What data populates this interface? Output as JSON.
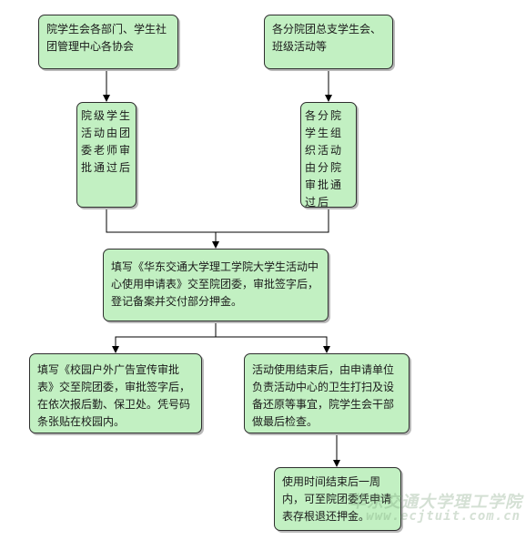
{
  "nodes": {
    "n1": "院学生会各部门、学生社团管理中心各协会",
    "n2": "各分院团总支学生会、班级活动等",
    "n3": "院级学生活动由团委老师审批通过后",
    "n4": "各分院学生组织活动由分院审批通过后",
    "n5": "填写《华东交通大学理工学院大学生活动中心使用申请表》交至院团委，审批签字后，登记备案并交付部分押金。",
    "n6": "填写《校园户外广告宣传审批表》交至院团委，审批签字后，在依次报后勤、保卫处。凭号码条张贴在校园内。",
    "n7": "活动使用结束后，由申请单位负责活动中心的卫生打扫及设备还原等事宜，院学生会干部做最后检查。",
    "n8": "使用时间结束后一周内，可至院团委凭申请表存根退还押金。"
  },
  "watermark": {
    "text": "华东交通大学理工学院",
    "url": "www.ecjtuit.com.cn"
  },
  "colors": {
    "node_fill": "#c2f0c2",
    "node_border": "#2e2e2e",
    "connector": "#000000"
  }
}
